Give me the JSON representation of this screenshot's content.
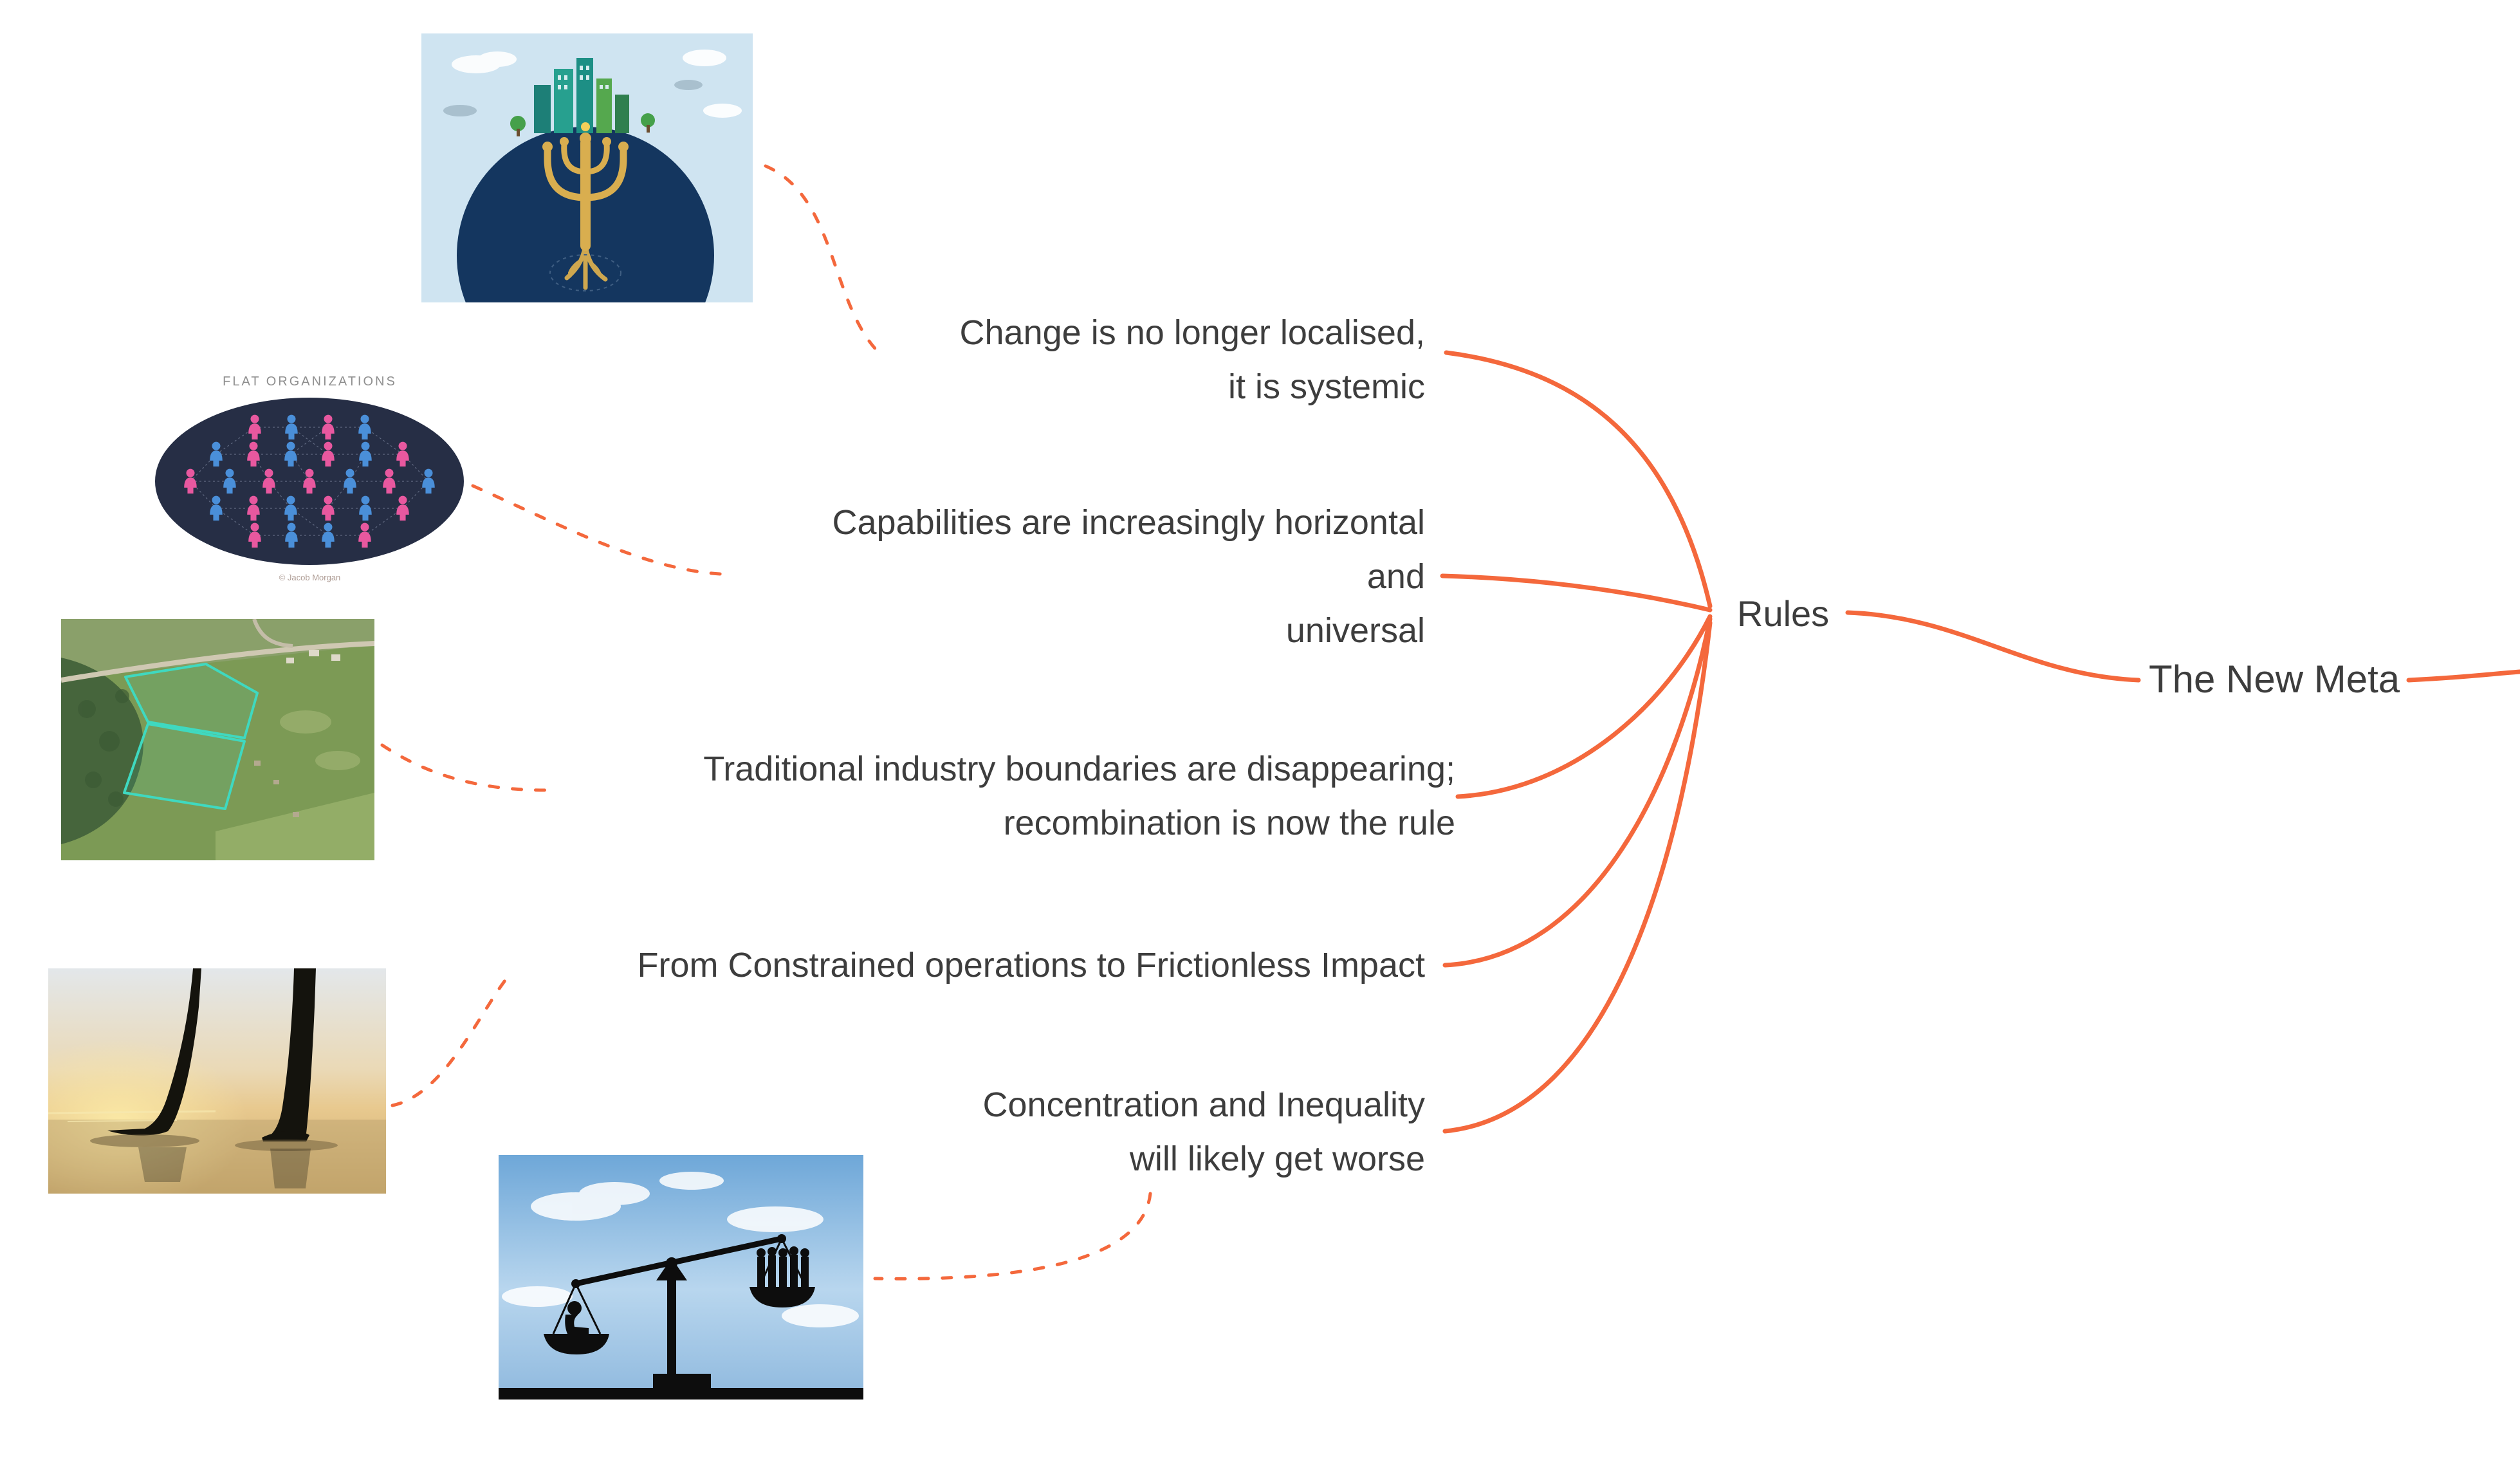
{
  "colors": {
    "accent": "#f4683c",
    "text": "#3d3d3d",
    "background": "#ffffff"
  },
  "map": {
    "root": {
      "label": "The New Meta"
    },
    "hub": {
      "label": "Rules"
    },
    "branches": [
      {
        "id": "systemic-change",
        "lines": [
          "Change is no longer localised,",
          "it is systemic"
        ]
      },
      {
        "id": "horizontal-capabilities",
        "lines": [
          "Capabilities are increasingly horizontal",
          "and",
          "universal"
        ]
      },
      {
        "id": "industry-boundaries",
        "lines": [
          "Traditional industry boundaries are disappearing;",
          "recombination is now the rule"
        ]
      },
      {
        "id": "frictionless-impact",
        "lines": [
          "From Constrained operations to Frictionless Impact"
        ]
      },
      {
        "id": "concentration-inequality",
        "lines": [
          "Concentration and Inequality",
          "will likely get worse"
        ]
      }
    ]
  },
  "images": {
    "globe_tree": {
      "name": "globe-tree-illustration"
    },
    "flat_organizations": {
      "name": "flat-organizations-network",
      "title": "FLAT ORGANIZATIONS",
      "caption": "© Jacob Morgan"
    },
    "aerial_parcels": {
      "name": "aerial-land-parcels"
    },
    "footsteps": {
      "name": "footsteps-on-shore"
    },
    "scale": {
      "name": "unbalanced-scale"
    }
  }
}
